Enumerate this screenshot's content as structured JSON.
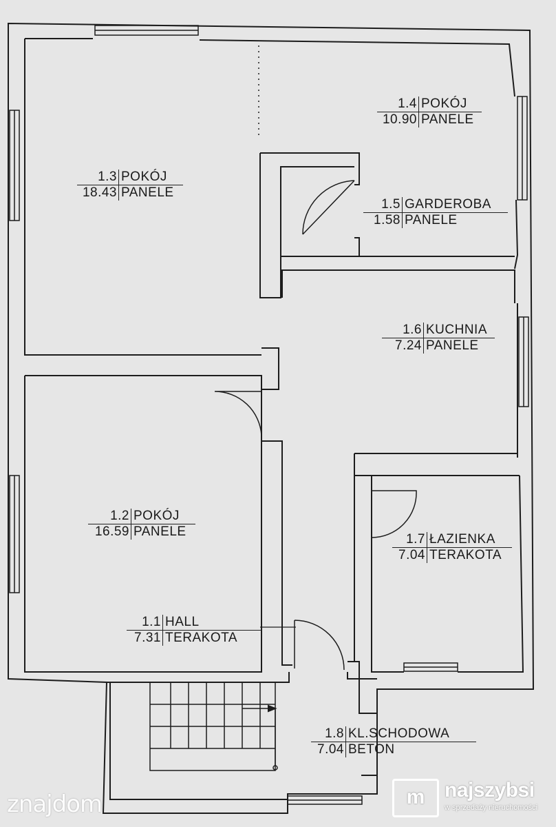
{
  "rooms": [
    {
      "id": "r13",
      "num": "1.3",
      "name": "POKÓJ",
      "area": "18.43",
      "floor": "PANELE"
    },
    {
      "id": "r14",
      "num": "1.4",
      "name": "POKÓJ",
      "area": "10.90",
      "floor": "PANELE"
    },
    {
      "id": "r15",
      "num": "1.5",
      "name": "GARDEROBA",
      "area": "1.58",
      "floor": "PANELE"
    },
    {
      "id": "r16",
      "num": "1.6",
      "name": "KUCHNIA",
      "area": "7.24",
      "floor": "PANELE"
    },
    {
      "id": "r12",
      "num": "1.2",
      "name": "POKÓJ",
      "area": "16.59",
      "floor": "PANELE"
    },
    {
      "id": "r17",
      "num": "1.7",
      "name": "ŁAZIENKA",
      "area": "7.04",
      "floor": "TERAKOTA"
    },
    {
      "id": "r11",
      "num": "1.1",
      "name": "HALL",
      "area": "7.31",
      "floor": "TERAKOTA"
    },
    {
      "id": "r18",
      "num": "1.8",
      "name": "KL.SCHODOWA",
      "area": "7.04",
      "floor": "BETON"
    }
  ],
  "watermarks": {
    "left": "znajdom",
    "right_logo": "m",
    "right_brand": "najszybsi",
    "right_tagline": "w sprzedaży nieruchomości"
  },
  "colors": {
    "wall": "#1c1c1c",
    "background": "#e6e6e6",
    "wall_fill": "#dcdcdc"
  }
}
